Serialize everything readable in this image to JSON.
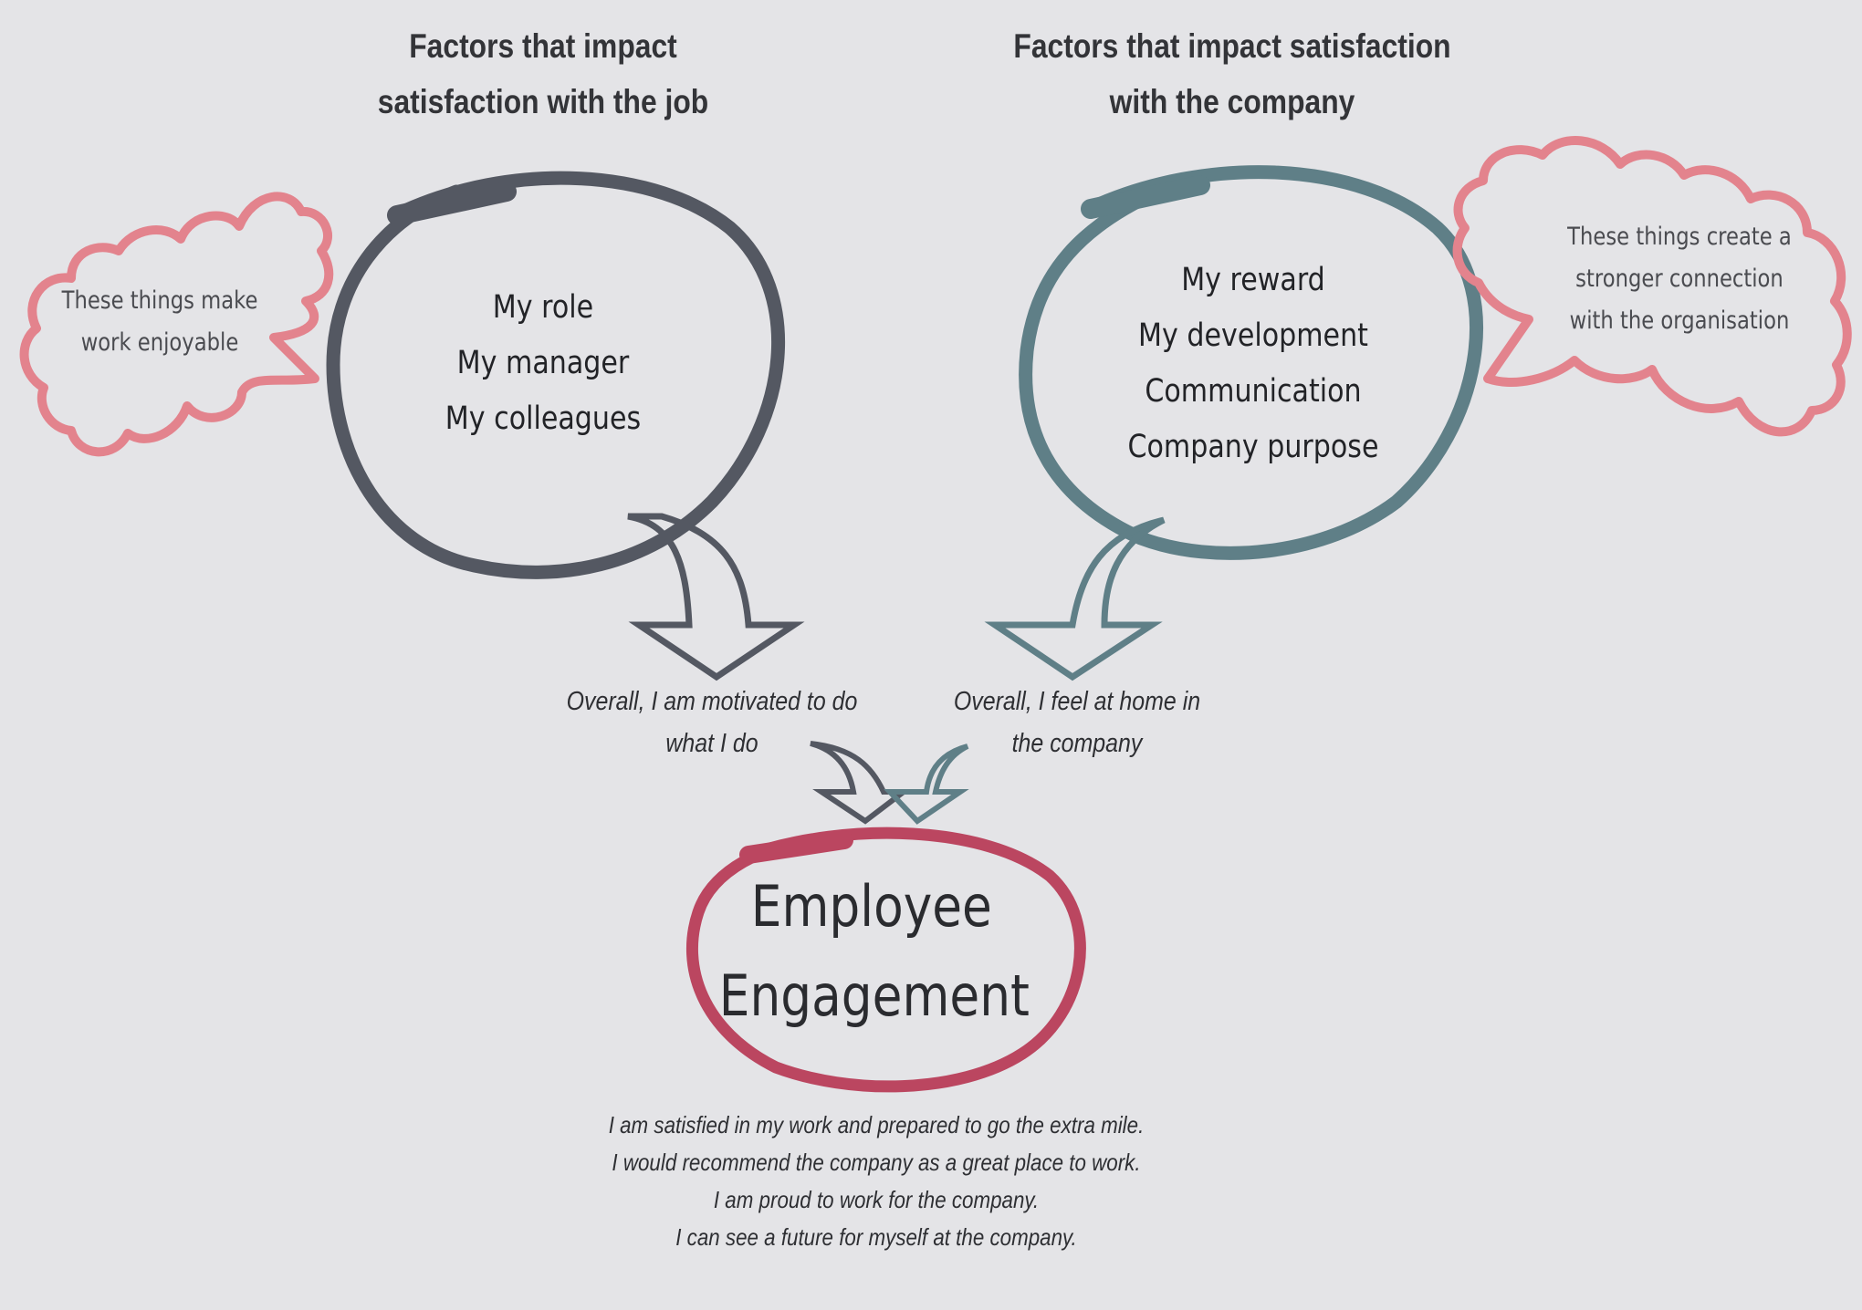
{
  "colors": {
    "background": "#e4e4e7",
    "job_ring": "#545862",
    "company_ring": "#5f7f87",
    "cloud": "#e3838d",
    "engagement_ring": "#bb4660",
    "text": "#2e2f33"
  },
  "icons": {
    "job_arrow": "curved-down-arrow-icon",
    "company_arrow": "curved-down-arrow-icon",
    "left_cloud": "thought-cloud-icon",
    "right_cloud": "thought-cloud-icon"
  },
  "job": {
    "heading": [
      "Factors that impact",
      "satisfaction with the job"
    ],
    "factors": [
      "My role",
      "My manager",
      "My colleagues"
    ],
    "cloud_text": [
      "These things make",
      "work enjoyable"
    ],
    "outcome": [
      "Overall, I am motivated to do",
      "what I do"
    ]
  },
  "company": {
    "heading": [
      "Factors that impact satisfaction",
      "with the company"
    ],
    "factors": [
      "My reward",
      "My development",
      "Communication",
      "Company purpose"
    ],
    "cloud_text": [
      "These things create a",
      "stronger connection",
      "with the organisation"
    ],
    "outcome": [
      "Overall, I feel at home in",
      "the company"
    ]
  },
  "engagement": {
    "title": [
      "Employee",
      "Engagement"
    ],
    "statements": [
      "I am satisfied in my work and prepared to go the extra mile.",
      "I would recommend the company as a great place to work.",
      "I am proud to work for the company.",
      "I can see a future for myself at the company."
    ]
  }
}
